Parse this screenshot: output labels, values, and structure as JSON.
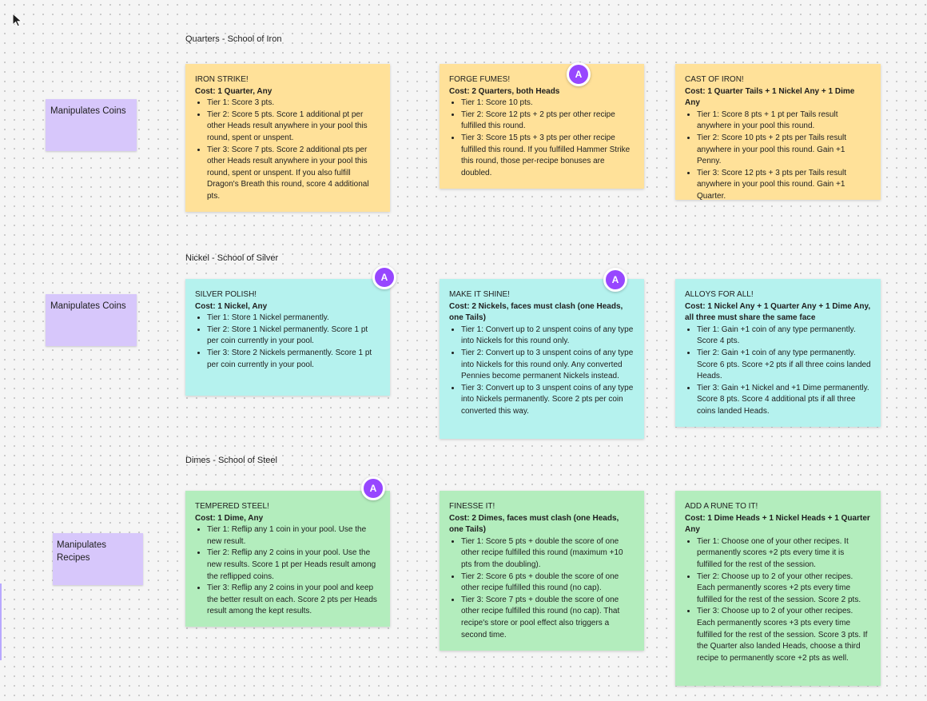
{
  "sections": [
    {
      "title": "Quarters - School of Iron",
      "tag": "Manipulates Coins",
      "notes": [
        {
          "title": "IRON STRIKE!",
          "cost": "Cost: 1 Quarter, Any",
          "tiers": [
            "Tier 1: Score 3 pts.",
            "Tier 2: Score 5 pts. Score 1 additional pt per other Heads result anywhere in your pool this round, spent or unspent.",
            "Tier 3: Score 7 pts. Score 2 additional pts per other Heads result anywhere in your pool this round, spent or unspent. If you also fulfill Dragon's Breath this round, score 4 additional pts."
          ]
        },
        {
          "title": "FORGE FUMES!",
          "cost": "Cost: 2 Quarters, both Heads",
          "tiers": [
            "Tier 1: Score 10 pts.",
            "Tier 2: Score 12 pts + 2 pts per other recipe fulfilled this round.",
            "Tier 3: Score 15 pts + 3 pts per other recipe fulfilled this round. If you fulfilled Hammer Strike this round, those per-recipe bonuses are doubled."
          ],
          "avatar": "A"
        },
        {
          "title": "CAST OF IRON!",
          "cost": "Cost: 1 Quarter Tails + 1 Nickel Any + 1 Dime Any",
          "tiers": [
            "Tier 1: Score 8 pts + 1 pt per Tails result anywhere in your pool this round.",
            "Tier 2: Score 10 pts + 2 pts per Tails result anywhere in your pool this round. Gain +1 Penny.",
            "Tier 3: Score 12 pts + 3 pts per Tails result anywhere in your pool this round. Gain +1 Quarter."
          ]
        }
      ]
    },
    {
      "title": "Nickel - School of Silver",
      "tag": "Manipulates Coins",
      "notes": [
        {
          "title": "SILVER POLISH!",
          "cost": "Cost: 1 Nickel, Any",
          "tiers": [
            "Tier 1: Store 1 Nickel permanently.",
            "Tier 2: Store 1 Nickel permanently. Score 1 pt per coin currently in your pool.",
            "Tier 3: Store 2 Nickels permanently. Score 1 pt per coin currently in your pool."
          ],
          "avatar": "A"
        },
        {
          "title": "MAKE IT SHINE!",
          "cost": "Cost: 2 Nickels, faces must clash (one Heads, one Tails)",
          "tiers": [
            "Tier 1: Convert up to 2 unspent coins of any type into Nickels for this round only.",
            "Tier 2: Convert up to 3 unspent coins of any type into Nickels for this round only. Any converted Pennies become permanent Nickels instead.",
            "Tier 3: Convert up to 3 unspent coins of any type into Nickels permanently. Score 2 pts per coin converted this way."
          ],
          "avatar": "A"
        },
        {
          "title": "ALLOYS FOR ALL!",
          "cost": "Cost: 1 Nickel Any + 1 Quarter Any + 1 Dime Any, all three must share the same face",
          "tiers": [
            "Tier 1: Gain +1 coin of any type permanently. Score 4 pts.",
            "Tier 2: Gain +1 coin of any type permanently. Score 6 pts. Score +2 pts if all three coins landed Heads.",
            "Tier 3: Gain +1 Nickel and +1 Dime permanently. Score 8 pts. Score 4 additional pts if all three coins landed Heads."
          ]
        }
      ]
    },
    {
      "title": "Dimes - School of Steel",
      "tag": "Manipulates Recipes",
      "notes": [
        {
          "title": "TEMPERED STEEL!",
          "cost": "Cost: 1 Dime, Any",
          "tiers": [
            "Tier 1: Reflip any 1 coin in your pool. Use the new result.",
            "Tier 2: Reflip any 2 coins in your pool. Use the new results. Score 1 pt per Heads result among the reflipped coins.",
            "Tier 3: Reflip any 2 coins in your pool and keep the better result on each. Score 2 pts per Heads result among the kept results."
          ],
          "avatar": "A"
        },
        {
          "title": "FINESSE IT!",
          "cost": "Cost: 2 Dimes, faces must clash (one Heads, one Tails)",
          "tiers": [
            "Tier 1: Score 5 pts + double the score of one other recipe fulfilled this round (maximum +10 pts from the doubling).",
            "Tier 2: Score 6 pts + double the score of one other recipe fulfilled this round (no cap).",
            "Tier 3: Score 7 pts + double the score of one other recipe fulfilled this round (no cap). That recipe's store or pool effect also triggers a second time."
          ]
        },
        {
          "title": "ADD A RUNE TO IT!",
          "cost": "Cost: 1 Dime Heads + 1 Nickel Heads + 1 Quarter Any",
          "tiers": [
            "Tier 1: Choose one of your other recipes. It permanently scores +2 pts every time it is fulfilled for the rest of the session.",
            "Tier 2: Choose up to 2 of your other recipes. Each permanently scores +2 pts every time fulfilled for the rest of the session. Score 2 pts.",
            "Tier 3: Choose up to 2 of your other recipes. Each permanently scores +3 pts every time fulfilled for the rest of the session. Score 3 pts. If the Quarter also landed Heads, choose a third recipe to permanently score +2 pts as well."
          ]
        }
      ]
    }
  ]
}
